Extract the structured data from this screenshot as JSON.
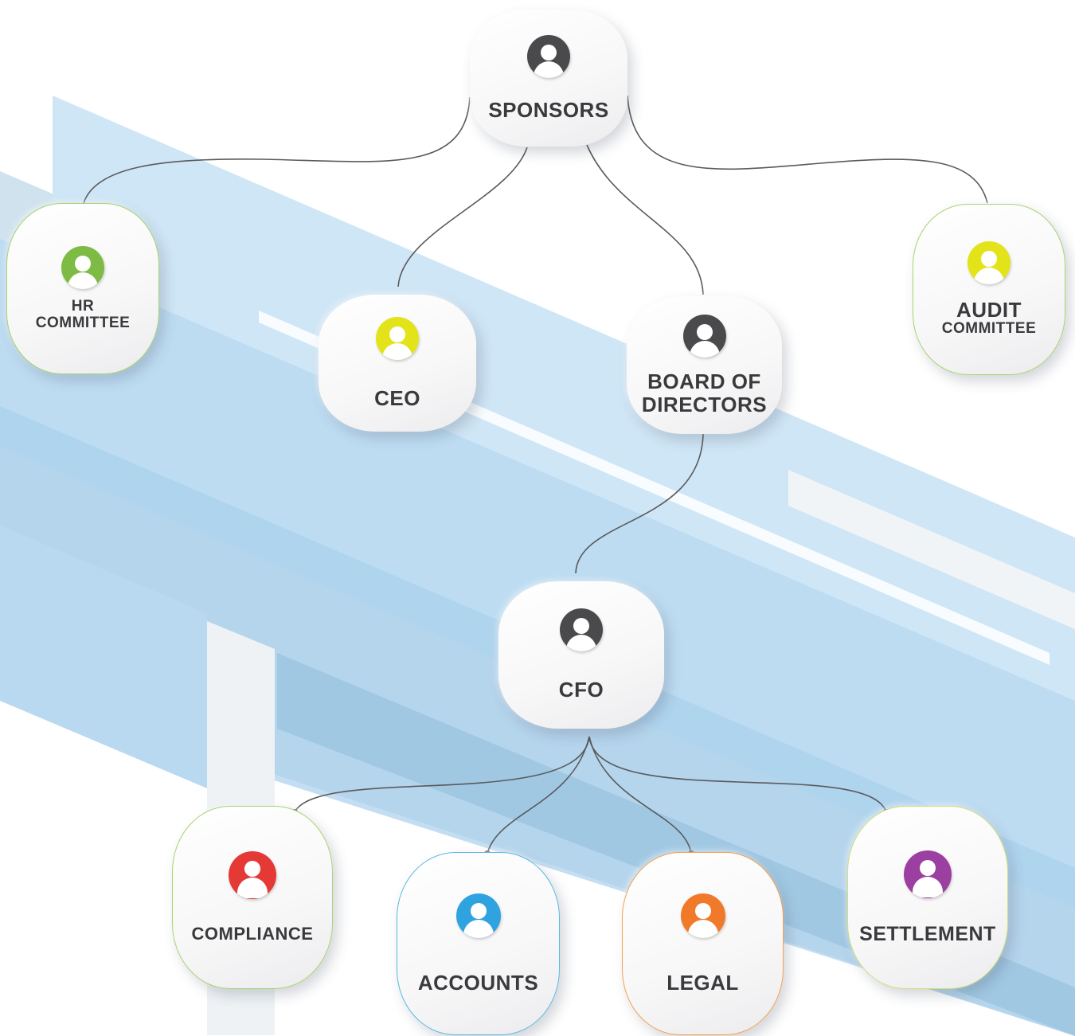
{
  "nodes": {
    "sponsors": {
      "label": "SPONSORS",
      "avatar_color": "#4a4a4c"
    },
    "hr": {
      "line1": "HR",
      "line2": "COMMITTEE",
      "avatar_color": "#7dbb44",
      "border": "#a8d46f"
    },
    "ceo": {
      "label": "CEO",
      "avatar_color": "#e3e31a"
    },
    "board": {
      "line1": "BOARD OF",
      "line2": "DIRECTORS",
      "avatar_color": "#4a4a4c"
    },
    "audit": {
      "line1": "AUDIT",
      "line2": "COMMITTEE",
      "avatar_color": "#e3e31a",
      "border": "#a8d46f"
    },
    "cfo": {
      "label": "CFO",
      "avatar_color": "#4a4a4c"
    },
    "compliance": {
      "label": "COMPLIANCE",
      "avatar_color": "#e53935",
      "border": "#a8d46f"
    },
    "accounts": {
      "label": "ACCOUNTS",
      "avatar_color": "#2fa3df",
      "border": "#5ab8e6"
    },
    "legal": {
      "label": "LEGAL",
      "avatar_color": "#f07a2a",
      "border": "#f5a14f"
    },
    "settlement": {
      "label": "SETTLEMENT",
      "avatar_color": "#9b3fa0",
      "border": "#cfe07a"
    }
  }
}
